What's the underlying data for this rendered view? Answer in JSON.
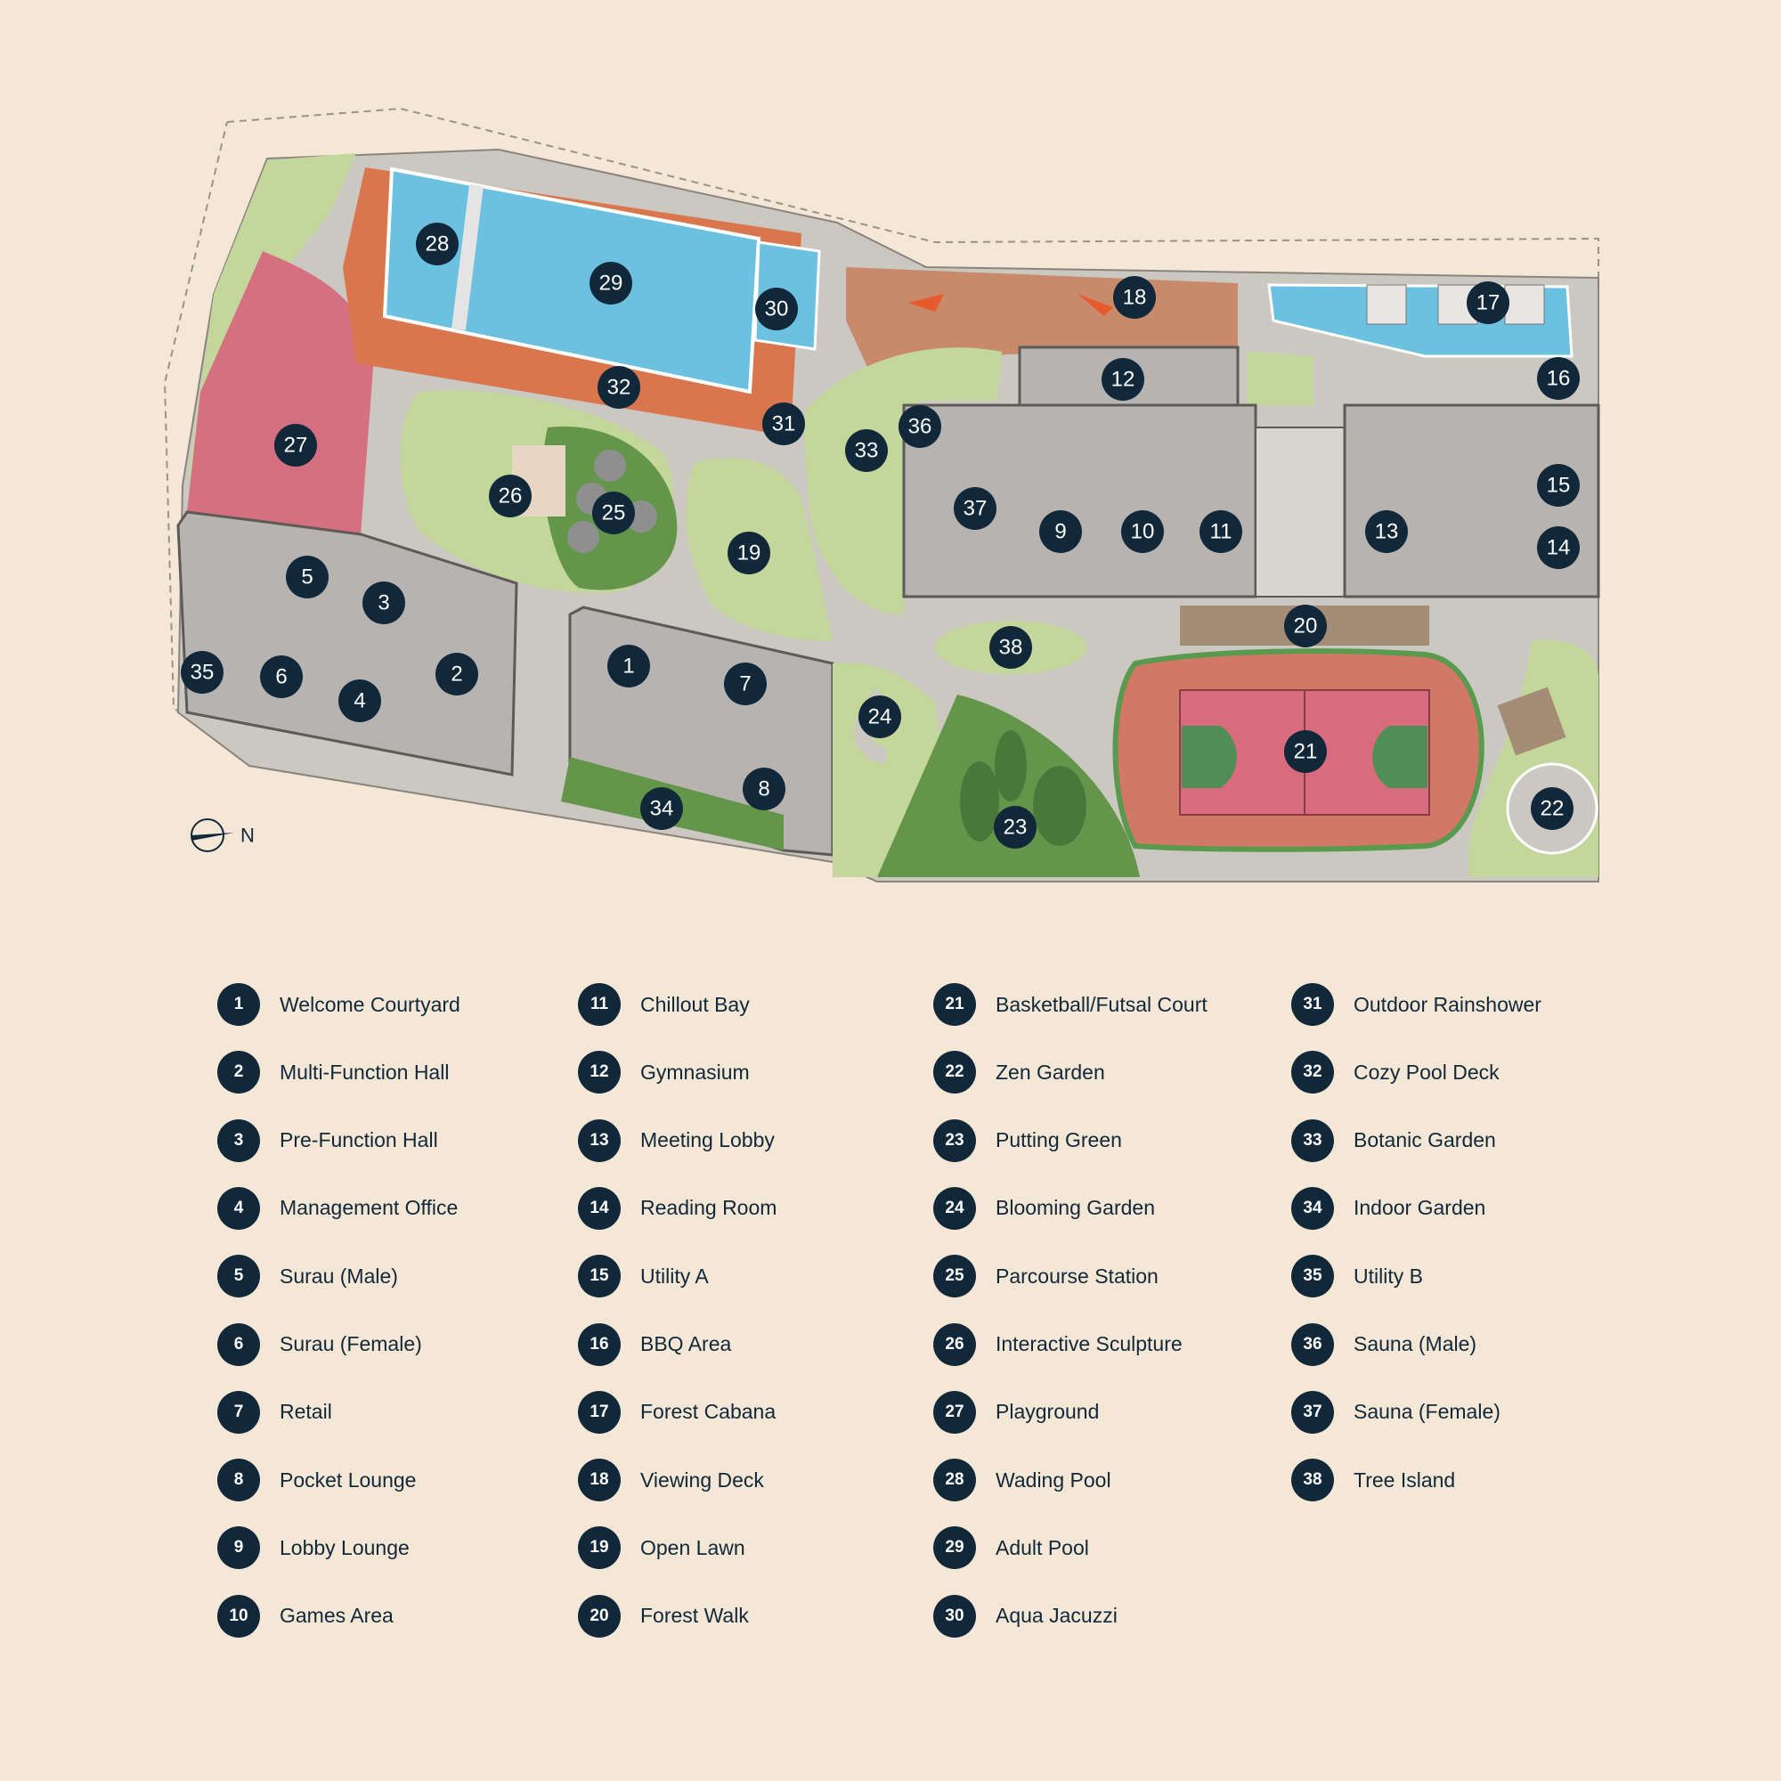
{
  "map": {
    "north_label": "N",
    "colors": {
      "background": "#f5e7d6",
      "building": "#b7b3b0",
      "paving": "#cbc7c1",
      "lawn": "#c4d79a",
      "garden": "#63954a",
      "water": "#6cc1e0",
      "pool_deck": "#d9764e",
      "playground": "#d57080",
      "track": "#d27866",
      "court": "#d96b7e",
      "court_key": "#4f8f55",
      "marker": "#10283a"
    },
    "markers": [
      {
        "n": "1"
      },
      {
        "n": "2"
      },
      {
        "n": "3"
      },
      {
        "n": "4"
      },
      {
        "n": "5"
      },
      {
        "n": "6"
      },
      {
        "n": "7"
      },
      {
        "n": "8"
      },
      {
        "n": "9"
      },
      {
        "n": "10"
      },
      {
        "n": "11"
      },
      {
        "n": "12"
      },
      {
        "n": "13"
      },
      {
        "n": "14"
      },
      {
        "n": "15"
      },
      {
        "n": "16"
      },
      {
        "n": "17"
      },
      {
        "n": "18"
      },
      {
        "n": "19"
      },
      {
        "n": "20"
      },
      {
        "n": "21"
      },
      {
        "n": "22"
      },
      {
        "n": "23"
      },
      {
        "n": "24"
      },
      {
        "n": "25"
      },
      {
        "n": "26"
      },
      {
        "n": "27"
      },
      {
        "n": "28"
      },
      {
        "n": "29"
      },
      {
        "n": "30"
      },
      {
        "n": "31"
      },
      {
        "n": "32"
      },
      {
        "n": "33"
      },
      {
        "n": "34"
      },
      {
        "n": "35"
      },
      {
        "n": "36"
      },
      {
        "n": "37"
      },
      {
        "n": "38"
      }
    ]
  },
  "legend": {
    "items": [
      {
        "n": "1",
        "label": "Welcome Courtyard"
      },
      {
        "n": "2",
        "label": "Multi-Function Hall"
      },
      {
        "n": "3",
        "label": "Pre-Function Hall"
      },
      {
        "n": "4",
        "label": "Management Office"
      },
      {
        "n": "5",
        "label": "Surau (Male)"
      },
      {
        "n": "6",
        "label": "Surau (Female)"
      },
      {
        "n": "7",
        "label": "Retail"
      },
      {
        "n": "8",
        "label": "Pocket Lounge"
      },
      {
        "n": "9",
        "label": "Lobby Lounge"
      },
      {
        "n": "10",
        "label": "Games Area"
      },
      {
        "n": "11",
        "label": "Chillout Bay"
      },
      {
        "n": "12",
        "label": "Gymnasium"
      },
      {
        "n": "13",
        "label": "Meeting Lobby"
      },
      {
        "n": "14",
        "label": "Reading Room"
      },
      {
        "n": "15",
        "label": "Utility A"
      },
      {
        "n": "16",
        "label": "BBQ Area"
      },
      {
        "n": "17",
        "label": "Forest Cabana"
      },
      {
        "n": "18",
        "label": "Viewing Deck"
      },
      {
        "n": "19",
        "label": "Open Lawn"
      },
      {
        "n": "20",
        "label": "Forest Walk"
      },
      {
        "n": "21",
        "label": "Basketball/Futsal Court"
      },
      {
        "n": "22",
        "label": "Zen Garden"
      },
      {
        "n": "23",
        "label": "Putting Green"
      },
      {
        "n": "24",
        "label": "Blooming Garden"
      },
      {
        "n": "25",
        "label": "Parcourse Station"
      },
      {
        "n": "26",
        "label": "Interactive Sculpture"
      },
      {
        "n": "27",
        "label": "Playground"
      },
      {
        "n": "28",
        "label": "Wading Pool"
      },
      {
        "n": "29",
        "label": "Adult Pool"
      },
      {
        "n": "30",
        "label": "Aqua Jacuzzi"
      },
      {
        "n": "31",
        "label": "Outdoor Rainshower"
      },
      {
        "n": "32",
        "label": "Cozy Pool Deck"
      },
      {
        "n": "33",
        "label": "Botanic Garden"
      },
      {
        "n": "34",
        "label": "Indoor Garden"
      },
      {
        "n": "35",
        "label": "Utility B"
      },
      {
        "n": "36",
        "label": "Sauna (Male)"
      },
      {
        "n": "37",
        "label": "Sauna (Female)"
      },
      {
        "n": "38",
        "label": "Tree Island"
      }
    ]
  }
}
